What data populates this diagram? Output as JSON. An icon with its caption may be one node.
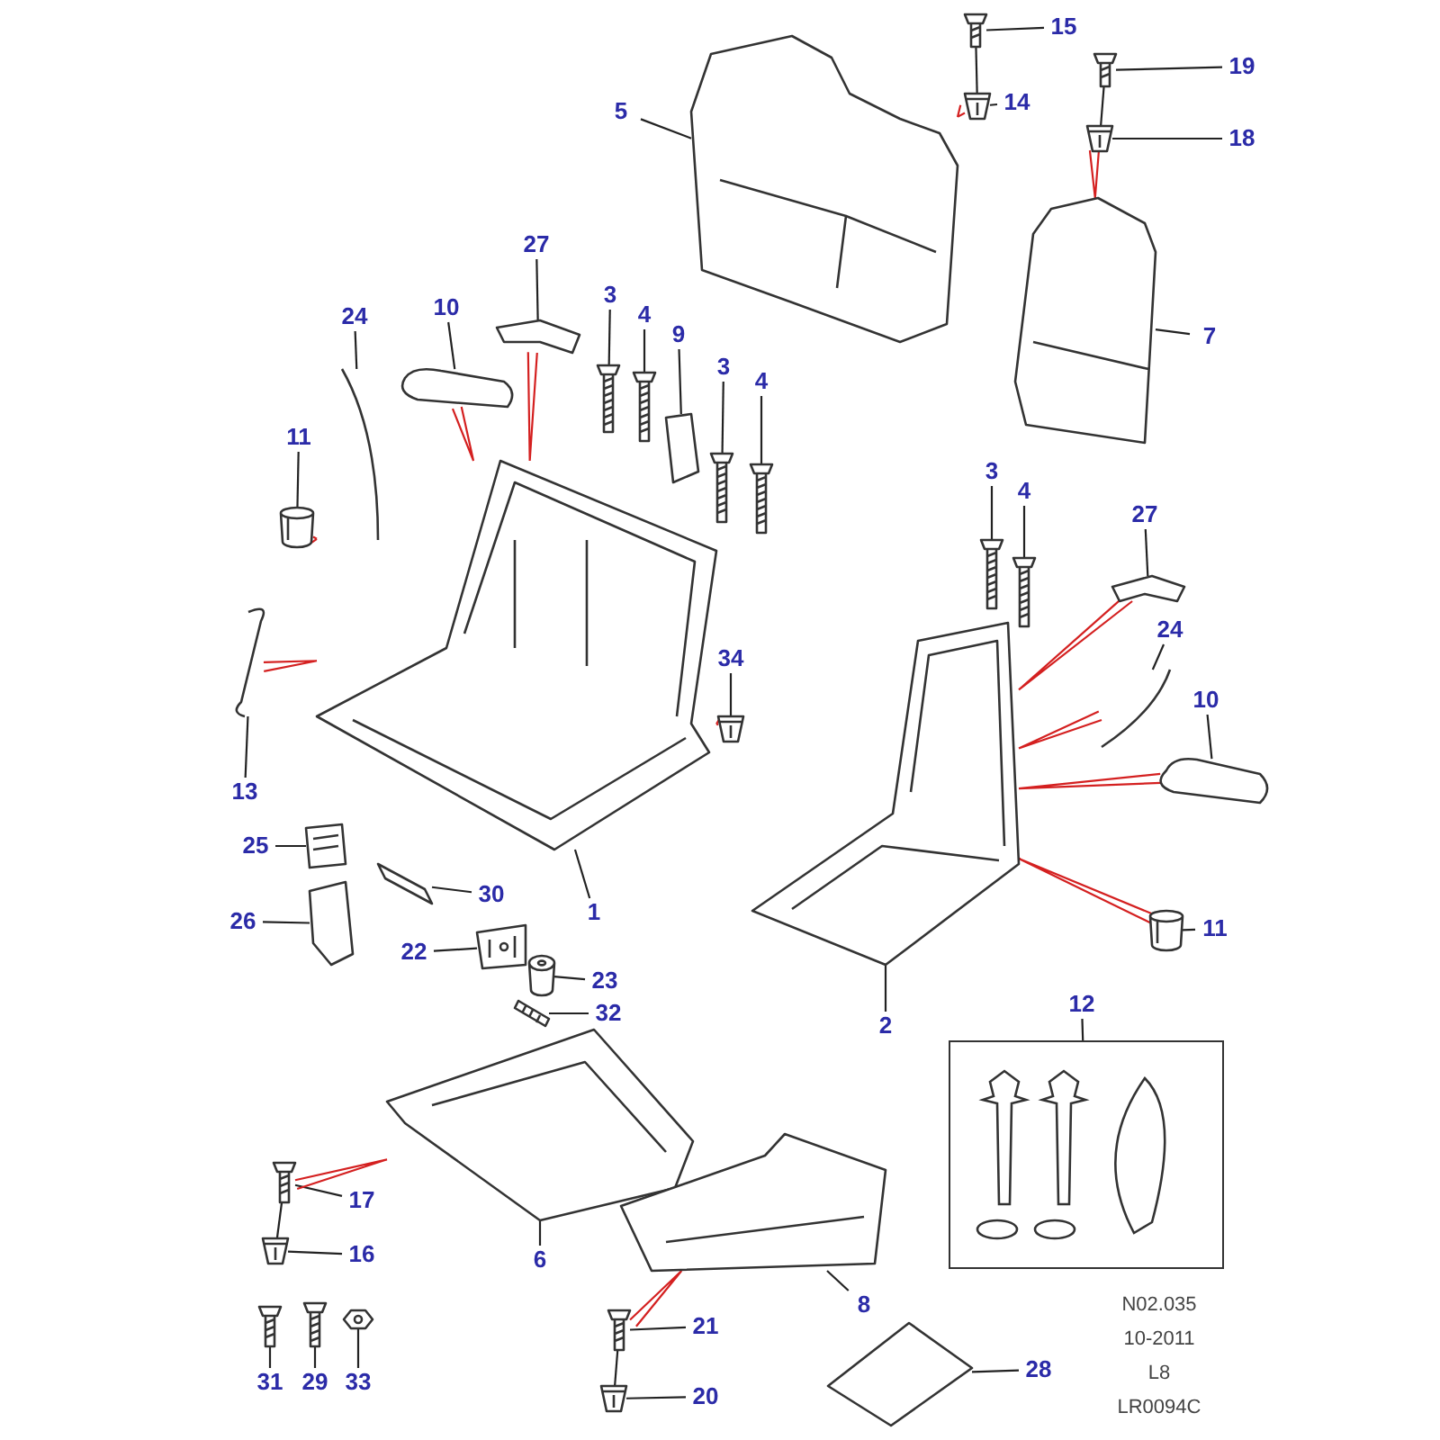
{
  "diagram": {
    "nodes": [
      {
        "text": [
          "15"
        ]
      },
      {
        "text": [
          "14"
        ]
      },
      {
        "text": [
          "5"
        ]
      },
      {
        "text": [
          "19"
        ]
      },
      {
        "text": [
          "18"
        ]
      },
      {
        "text": [
          "7"
        ]
      },
      {
        "text": [
          "27"
        ]
      },
      {
        "text": [
          "24"
        ]
      },
      {
        "text": [
          "10"
        ]
      },
      {
        "text": [
          "3"
        ]
      },
      {
        "text": [
          "4"
        ]
      },
      {
        "text": [
          "9"
        ]
      },
      {
        "text": [
          "3"
        ]
      },
      {
        "text": [
          "4"
        ]
      },
      {
        "text": [
          "11"
        ]
      },
      {
        "text": [
          "3"
        ]
      },
      {
        "text": [
          "4"
        ]
      },
      {
        "text": [
          "27"
        ]
      },
      {
        "text": [
          "34"
        ]
      },
      {
        "text": [
          "24"
        ]
      },
      {
        "text": [
          "10"
        ]
      },
      {
        "text": [
          "13"
        ]
      },
      {
        "text": [
          "25"
        ]
      },
      {
        "text": [
          "26"
        ]
      },
      {
        "text": [
          "30"
        ]
      },
      {
        "text": [
          "1"
        ]
      },
      {
        "text": [
          "22"
        ]
      },
      {
        "text": [
          "23"
        ]
      },
      {
        "text": [
          "2"
        ]
      },
      {
        "text": [
          "11"
        ]
      },
      {
        "text": [
          "32"
        ]
      },
      {
        "text": [
          "12"
        ]
      },
      {
        "text": [],
        "shape": "box"
      },
      {
        "text": [
          "17"
        ]
      },
      {
        "text": [
          "16"
        ]
      },
      {
        "text": [
          "6"
        ]
      },
      {
        "text": [
          "8"
        ]
      },
      {
        "text": [
          "31"
        ]
      },
      {
        "text": [
          "29"
        ]
      },
      {
        "text": [
          "33"
        ]
      },
      {
        "text": [
          "21"
        ]
      },
      {
        "text": [
          "20"
        ]
      },
      {
        "text": [
          "28"
        ]
      },
      {
        "text": [],
        "shape": "picture"
      },
      {
        "text": [],
        "shape": "picture"
      },
      {
        "text": [],
        "shape": "picture"
      },
      {
        "text": [],
        "shape": "picture"
      },
      {
        "text": [],
        "shape": "picture"
      },
      {
        "text": [],
        "shape": "picture"
      },
      {
        "text": [],
        "shape": "picture"
      },
      {
        "text": [],
        "shape": "picture"
      },
      {
        "text": [],
        "shape": "picture"
      },
      {
        "text": [],
        "shape": "picture"
      },
      {
        "text": [],
        "shape": "picture"
      },
      {
        "text": [],
        "shape": "picture"
      },
      {
        "text": [],
        "shape": "picture"
      },
      {
        "text": [],
        "shape": "picture"
      },
      {
        "text": [],
        "shape": "picture"
      },
      {
        "text": [],
        "shape": "picture"
      },
      {
        "text": [],
        "shape": "picture"
      },
      {
        "text": [],
        "shape": "picture"
      },
      {
        "text": [],
        "shape": "picture"
      },
      {
        "text": [],
        "shape": "picture"
      },
      {
        "text": [],
        "shape": "picture"
      },
      {
        "text": [],
        "shape": "picture"
      },
      {
        "text": [],
        "shape": "picture"
      },
      {
        "text": [],
        "shape": "picture"
      },
      {
        "text": [],
        "shape": "picture"
      },
      {
        "text": [],
        "shape": "picture"
      },
      {
        "text": [],
        "shape": "picture"
      },
      {
        "text": [],
        "shape": "picture"
      },
      {
        "text": [],
        "shape": "picture"
      },
      {
        "text": [],
        "shape": "picture"
      },
      {
        "text": [],
        "shape": "picture"
      },
      {
        "text": [],
        "shape": "picture"
      },
      {
        "text": [],
        "shape": "picture"
      },
      {
        "text": [],
        "shape": "picture"
      },
      {
        "text": [],
        "shape": "picture"
      },
      {
        "text": [],
        "shape": "picture"
      },
      {
        "text": [],
        "shape": "picture"
      },
      {
        "text": [],
        "shape": "picture"
      },
      {
        "text": [],
        "shape": "picture"
      },
      {
        "text": [],
        "shape": "picture"
      },
      {
        "text": [],
        "shape": "picture"
      }
    ],
    "edges": [
      {
        "from": 0,
        "to": 43,
        "arrow": "none"
      },
      {
        "from": 1,
        "to": 44,
        "arrow": "none"
      },
      {
        "from": 2,
        "to": 45,
        "arrow": "none"
      },
      {
        "from": 3,
        "to": 46,
        "arrow": "none"
      },
      {
        "from": 4,
        "to": 47,
        "arrow": "none"
      },
      {
        "from": 5,
        "to": 48,
        "arrow": "none"
      },
      {
        "from": 6,
        "to": 49,
        "arrow": "none"
      },
      {
        "from": 7,
        "to": 50,
        "arrow": "none"
      },
      {
        "from": 8,
        "to": 51,
        "arrow": "none"
      },
      {
        "from": 9,
        "to": 52,
        "arrow": "none"
      },
      {
        "from": 10,
        "to": 53,
        "arrow": "none"
      },
      {
        "from": 11,
        "to": 54,
        "arrow": "none"
      },
      {
        "from": 12,
        "to": 55,
        "arrow": "none"
      },
      {
        "from": 13,
        "to": 56,
        "arrow": "none"
      },
      {
        "from": 14,
        "to": 57,
        "arrow": "none"
      },
      {
        "from": 15,
        "to": 58,
        "arrow": "none"
      },
      {
        "from": 16,
        "to": 59,
        "arrow": "none"
      },
      {
        "from": 17,
        "to": 60,
        "arrow": "none"
      },
      {
        "from": 18,
        "to": 61,
        "arrow": "none"
      },
      {
        "from": 19,
        "to": 62,
        "arrow": "none"
      },
      {
        "from": 20,
        "to": 63,
        "arrow": "none"
      },
      {
        "from": 21,
        "to": 64,
        "arrow": "none"
      },
      {
        "from": 22,
        "to": 65,
        "arrow": "none"
      },
      {
        "from": 23,
        "to": 66,
        "arrow": "none"
      },
      {
        "from": 24,
        "to": 67,
        "arrow": "none"
      },
      {
        "from": 25,
        "to": 68,
        "arrow": "none"
      },
      {
        "from": 26,
        "to": 69,
        "arrow": "none"
      },
      {
        "from": 27,
        "to": 70,
        "arrow": "none"
      },
      {
        "from": 28,
        "to": 71,
        "arrow": "none"
      },
      {
        "from": 29,
        "to": 72,
        "arrow": "none"
      },
      {
        "from": 30,
        "to": 73,
        "arrow": "none"
      },
      {
        "from": 31,
        "to": 32,
        "arrow": "none"
      },
      {
        "from": 33,
        "to": 74,
        "arrow": "none"
      },
      {
        "from": 34,
        "to": 75,
        "arrow": "none"
      },
      {
        "from": 35,
        "to": 76,
        "arrow": "none"
      },
      {
        "from": 36,
        "to": 77,
        "arrow": "none"
      },
      {
        "from": 37,
        "to": 78,
        "arrow": "none"
      },
      {
        "from": 38,
        "to": 79,
        "arrow": "none"
      },
      {
        "from": 39,
        "to": 80,
        "arrow": "none"
      },
      {
        "from": 40,
        "to": 81,
        "arrow": "none"
      },
      {
        "from": 41,
        "to": 82,
        "arrow": "none"
      },
      {
        "from": 42,
        "to": 83,
        "arrow": "none"
      },
      {
        "from": 43,
        "to": 44,
        "arrow": "none"
      },
      {
        "from": 46,
        "to": 47,
        "arrow": "none"
      },
      {
        "from": 74,
        "to": 75,
        "arrow": "none"
      },
      {
        "from": 81,
        "to": 82,
        "arrow": "none"
      },
      {
        "from": 44,
        "to": 45,
        "arrow": "none",
        "color": "#d42020"
      },
      {
        "from": 47,
        "to": 48,
        "arrow": "none",
        "color": "#d42020"
      },
      {
        "from": 49,
        "to": 68,
        "arrow": "none",
        "color": "#d42020"
      },
      {
        "from": 51,
        "to": 68,
        "arrow": "none",
        "color": "#d42020"
      },
      {
        "from": 57,
        "to": 68,
        "arrow": "none",
        "color": "#d42020"
      },
      {
        "from": 64,
        "to": 68,
        "arrow": "none",
        "color": "#d42020"
      },
      {
        "from": 61,
        "to": 68,
        "arrow": "none",
        "color": "#d42020"
      },
      {
        "from": 60,
        "to": 71,
        "arrow": "none",
        "color": "#d42020"
      },
      {
        "from": 62,
        "to": 71,
        "arrow": "none",
        "color": "#d42020"
      },
      {
        "from": 63,
        "to": 71,
        "arrow": "none",
        "color": "#d42020"
      },
      {
        "from": 72,
        "to": 71,
        "arrow": "none",
        "color": "#d42020"
      },
      {
        "from": 74,
        "to": 76,
        "arrow": "none",
        "color": "#d42020"
      },
      {
        "from": 81,
        "to": 77,
        "arrow": "none",
        "color": "#d42020"
      }
    ],
    "labels": [
      "N02.035",
      "10-2011",
      "L8",
      "LR0094C"
    ]
  }
}
